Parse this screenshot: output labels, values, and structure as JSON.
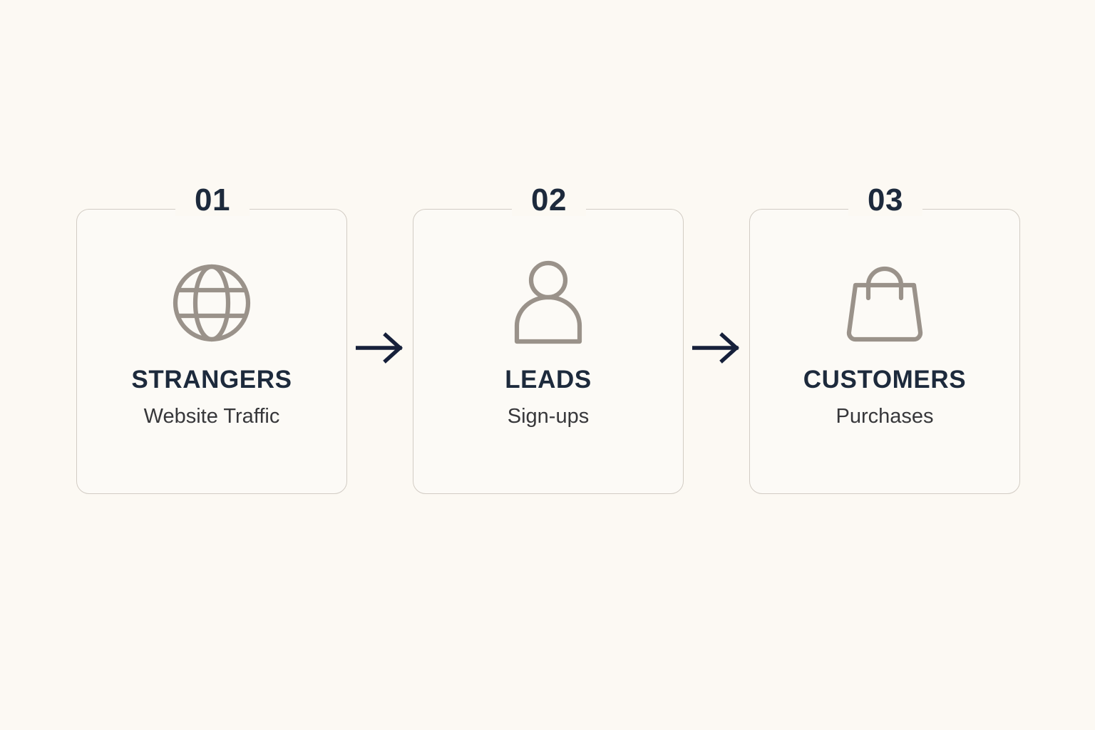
{
  "theme": {
    "background": "#FCF9F3",
    "card_fill": "#FCFAF6",
    "card_border": "#D2CCC4",
    "number_color": "#1D2A3C",
    "title_color": "#1D2A3C",
    "subtitle_color": "#37373A",
    "icon_color": "#9A928A",
    "arrow_color": "#16203A"
  },
  "steps": [
    {
      "number": "01",
      "icon": "globe-icon",
      "title": "STRANGERS",
      "subtitle": "Website Traffic"
    },
    {
      "number": "02",
      "icon": "person-icon",
      "title": "LEADS",
      "subtitle": "Sign-ups"
    },
    {
      "number": "03",
      "icon": "shopping-bag-icon",
      "title": "CUSTOMERS",
      "subtitle": "Purchases"
    }
  ],
  "connectors": [
    {
      "icon": "arrow-right-icon"
    },
    {
      "icon": "arrow-right-icon"
    }
  ]
}
